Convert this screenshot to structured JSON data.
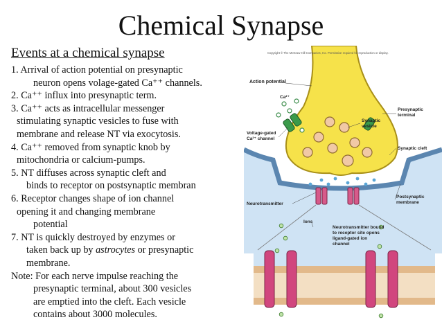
{
  "title": "Chemical Synapse",
  "heading": "Events at a chemical synapse",
  "lines": [
    "1. Arrival of action potential on presynaptic",
    "neuron opens volage-gated Ca⁺⁺ channels.",
    "2. Ca⁺⁺ influx into presynaptic term.",
    "3. Ca⁺⁺ acts as intracellular messenger",
    "stimulating synaptic vesicles to fuse with",
    "membrane and release NT via exocytosis.",
    "4. Ca⁺⁺ removed from synaptic knob by",
    "mitochondria or calcium-pumps.",
    "5. NT diffuses across synaptic cleft and",
    "binds to receptor on postsynaptic membran",
    "6. Receptor changes shape of ion channel",
    "opening it and changing membrane",
    "potential",
    "7. NT is quickly destroyed by enzymes or",
    "taken back up by ",
    "astrocytes",
    " or presynaptic",
    "membrane.",
    "Note: For each nerve impulse reaching the",
    "presynaptic terminal, about 300 vesicles",
    "are emptied into the cleft.  Each vesicle",
    "contains about 3000 molecules."
  ],
  "figure": {
    "copyright": "Copyright © The McGraw-Hill Companies, Inc. Permission required for reproduction or display.",
    "action_potential": "Action potential",
    "ca": "Ca²⁺",
    "synaptic_vesicle_1": "Synaptic",
    "synaptic_vesicle_2": "vesicle",
    "vg_1": "Voltage-gated",
    "vg_2": "Ca²⁺ channel",
    "presynaptic_1": "Presynaptic",
    "presynaptic_2": "terminal",
    "synaptic_cleft": "Synaptic cleft",
    "neurotransmitter": "Neurotransmitter",
    "postsynaptic_1": "Postsynaptic",
    "postsynaptic_2": "membrane",
    "ions": "Ions",
    "nt_bound_1": "Neurotransmitter bound",
    "nt_bound_2": "to receptor site opens",
    "nt_bound_3": "ligand-gated ion",
    "nt_bound_4": "channel"
  }
}
